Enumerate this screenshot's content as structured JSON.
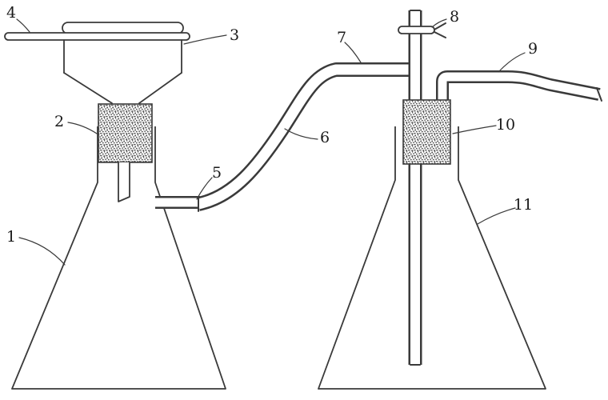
{
  "diagram": {
    "type": "technical-line-drawing",
    "description_visible_text_only": true,
    "background": "#ffffff",
    "line_color": "#3a3a3a",
    "stipple_color": "#4a4a4a",
    "labels": [
      {
        "ref": "1",
        "text": "1"
      },
      {
        "ref": "2",
        "text": "2"
      },
      {
        "ref": "3",
        "text": "3"
      },
      {
        "ref": "4",
        "text": "4"
      },
      {
        "ref": "5",
        "text": "5"
      },
      {
        "ref": "6",
        "text": "6"
      },
      {
        "ref": "7",
        "text": "7"
      },
      {
        "ref": "8",
        "text": "8"
      },
      {
        "ref": "9",
        "text": "9"
      },
      {
        "ref": "10",
        "text": "10"
      },
      {
        "ref": "11",
        "text": "11"
      }
    ]
  }
}
